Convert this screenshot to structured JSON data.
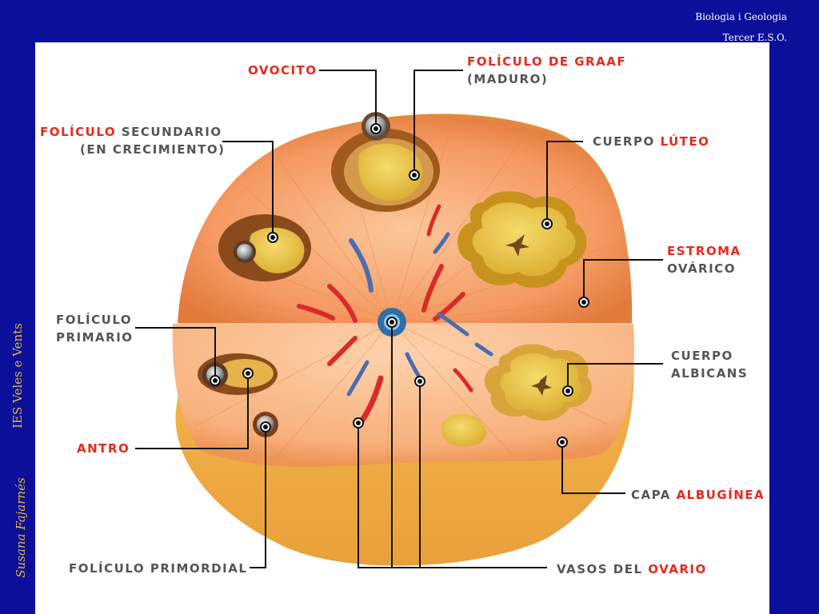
{
  "header": {
    "line1": "Biologia i Geologia",
    "line2": "Tercer E.S.O."
  },
  "side": {
    "school": "IES Veles e Vents",
    "author": "Susana Fajarnés"
  },
  "labels": {
    "ovocito": "OVOCITO",
    "graaf_red": "FOLÍCULO DE GRAAF",
    "graaf_gray": "(MADURO)",
    "secundario_red": "FOLÍCULO",
    "secundario_gray": " SECUNDARIO",
    "secundario_gray2": "(EN CRECIMIENTO)",
    "luteo_gray": "CUERPO ",
    "luteo_red": "LÚTEO",
    "estroma_red": "ESTROMA",
    "estroma_gray": "OVÁRICO",
    "primario_1": "FOLÍCULO",
    "primario_2": "PRIMARIO",
    "albicans_1": "CUERPO",
    "albicans_2": "ALBICANS",
    "antro": "ANTRO",
    "albuginea_gray": "CAPA ",
    "albuginea_red": "ALBUGÍNEA",
    "primordial": "FOLÍCULO PRIMORDIAL",
    "vasos_gray": "VASOS DEL ",
    "vasos_red": "OVARIO"
  },
  "colors": {
    "background": "#0b0f9a",
    "label_red": "#e8291c",
    "label_gray": "#555555",
    "side_text": "#e7b63a"
  }
}
